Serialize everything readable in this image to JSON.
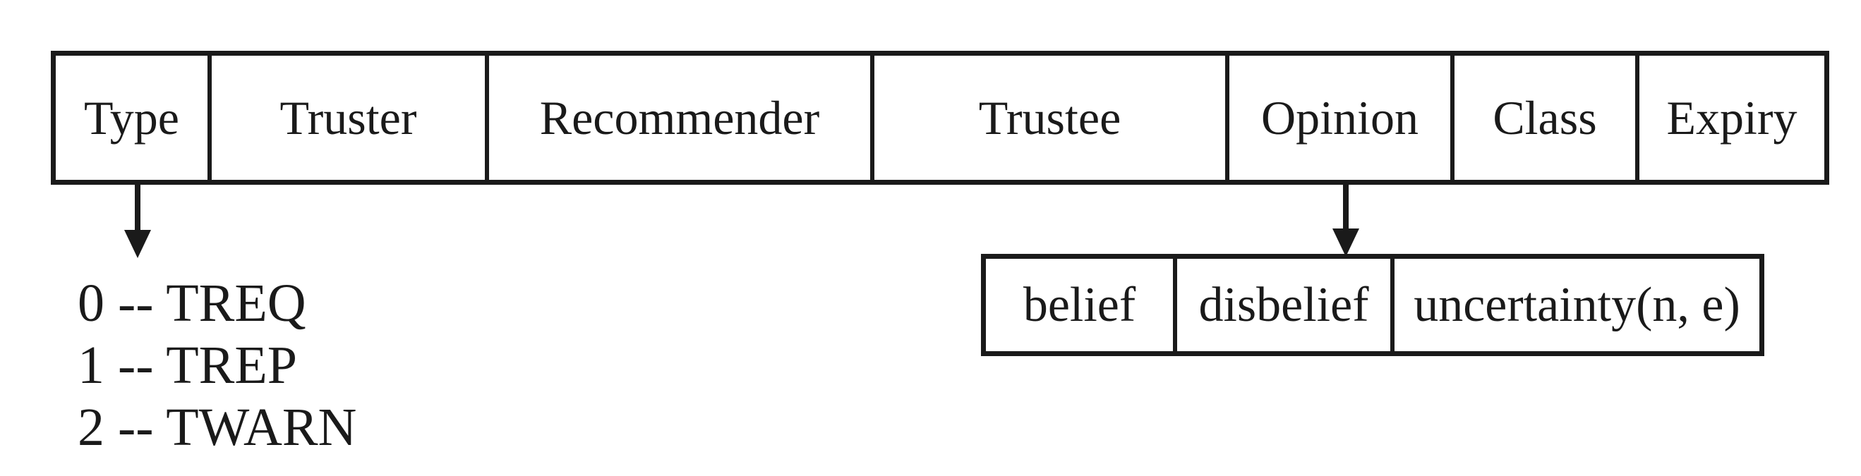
{
  "record": {
    "fields": [
      {
        "label": "Type"
      },
      {
        "label": "Truster"
      },
      {
        "label": "Recommender"
      },
      {
        "label": "Trustee"
      },
      {
        "label": "Opinion"
      },
      {
        "label": "Class"
      },
      {
        "label": "Expiry"
      }
    ]
  },
  "opinion_detail": {
    "fields": [
      {
        "label": "belief"
      },
      {
        "label": "disbelief"
      },
      {
        "label": "uncertainty(n, e)"
      }
    ]
  },
  "type_legend": {
    "items": [
      {
        "text": "0 -- TREQ"
      },
      {
        "text": "1 -- TREP"
      },
      {
        "text": "2 -- TWARN"
      }
    ]
  },
  "colors": {
    "ink": "#1a1a1a",
    "background": "#ffffff"
  }
}
